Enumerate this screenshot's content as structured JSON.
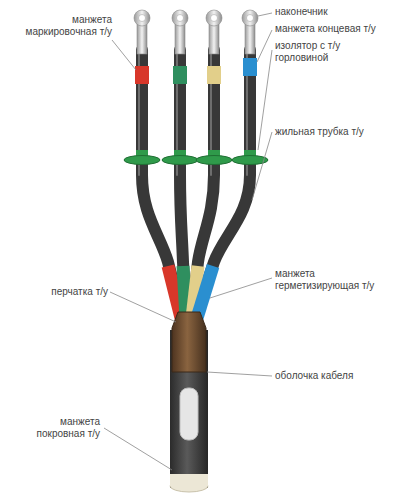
{
  "diagram": {
    "labels": [
      "манжета маркировочная т/у",
      "наконечник",
      "манжета концевая т/у",
      "изолятор с т/у горловиной",
      "жильная трубка т/у",
      "манжета герметизирующая т/у",
      "перчатка т/у",
      "оболочка кабеля",
      "манжета покровная т/у"
    ]
  }
}
